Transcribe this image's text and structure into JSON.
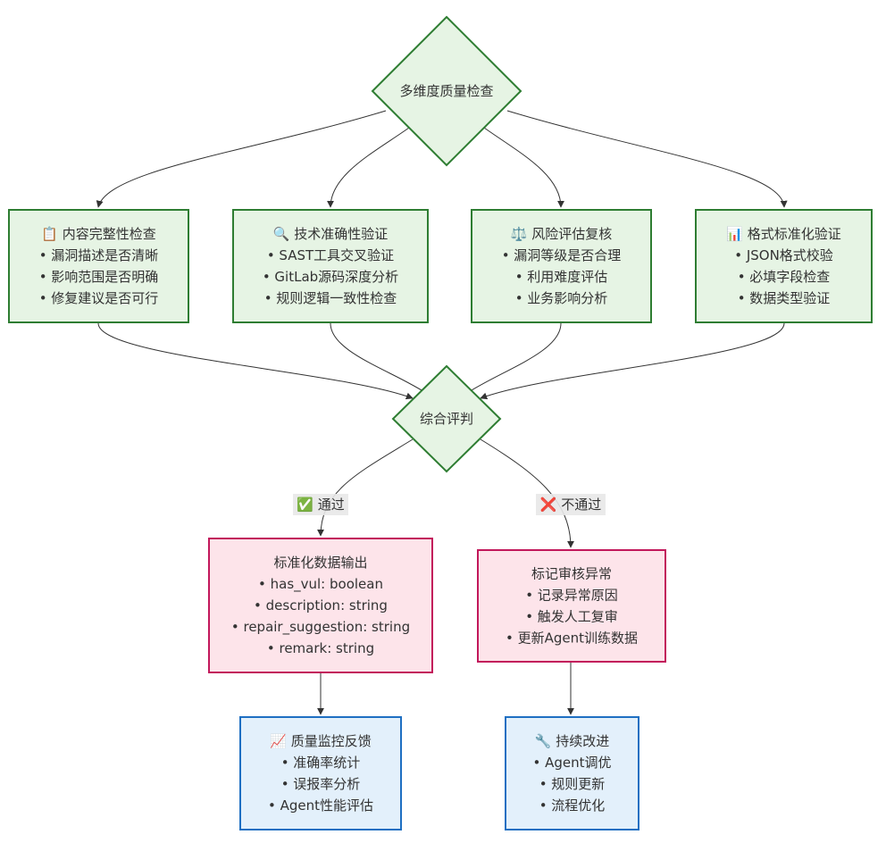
{
  "colors": {
    "check_fill": "#e6f4e4",
    "check_stroke": "#2e7d32",
    "output_fill": "#fde4ea",
    "output_stroke": "#c2185b",
    "improve_fill": "#e3f0fb",
    "improve_stroke": "#1e6fc2",
    "edge": "#333333"
  },
  "nodes": {
    "start": {
      "lines": [
        "多维度质量检查"
      ]
    },
    "content": {
      "lines": [
        "📋 内容完整性检查",
        "• 漏洞描述是否清晰",
        "• 影响范围是否明确",
        "• 修复建议是否可行"
      ]
    },
    "tech": {
      "lines": [
        "🔍 技术准确性验证",
        "• SAST工具交叉验证",
        "• GitLab源码深度分析",
        "• 规则逻辑一致性检查"
      ]
    },
    "risk": {
      "lines": [
        "⚖️ 风险评估复核",
        "• 漏洞等级是否合理",
        "• 利用难度评估",
        "• 业务影响分析"
      ]
    },
    "format": {
      "lines": [
        "📊 格式标准化验证",
        "• JSON格式校验",
        "• 必填字段检查",
        "• 数据类型验证"
      ]
    },
    "judge": {
      "lines": [
        "综合评判"
      ]
    },
    "output": {
      "lines": [
        "标准化数据输出",
        "• has_vul: boolean",
        "• description: string",
        "• repair_suggestion: string",
        "• remark: string"
      ]
    },
    "flag": {
      "lines": [
        "标记审核异常",
        "• 记录异常原因",
        "• 触发人工复审",
        "• 更新Agent训练数据"
      ]
    },
    "monitor": {
      "lines": [
        "📈 质量监控反馈",
        "• 准确率统计",
        "• 误报率分析",
        "• Agent性能评估"
      ]
    },
    "improve": {
      "lines": [
        "🔧 持续改进",
        "• Agent调优",
        "• 规则更新",
        "• 流程优化"
      ]
    }
  },
  "edge_labels": {
    "pass": "✅ 通过",
    "fail": "❌ 不通过"
  }
}
